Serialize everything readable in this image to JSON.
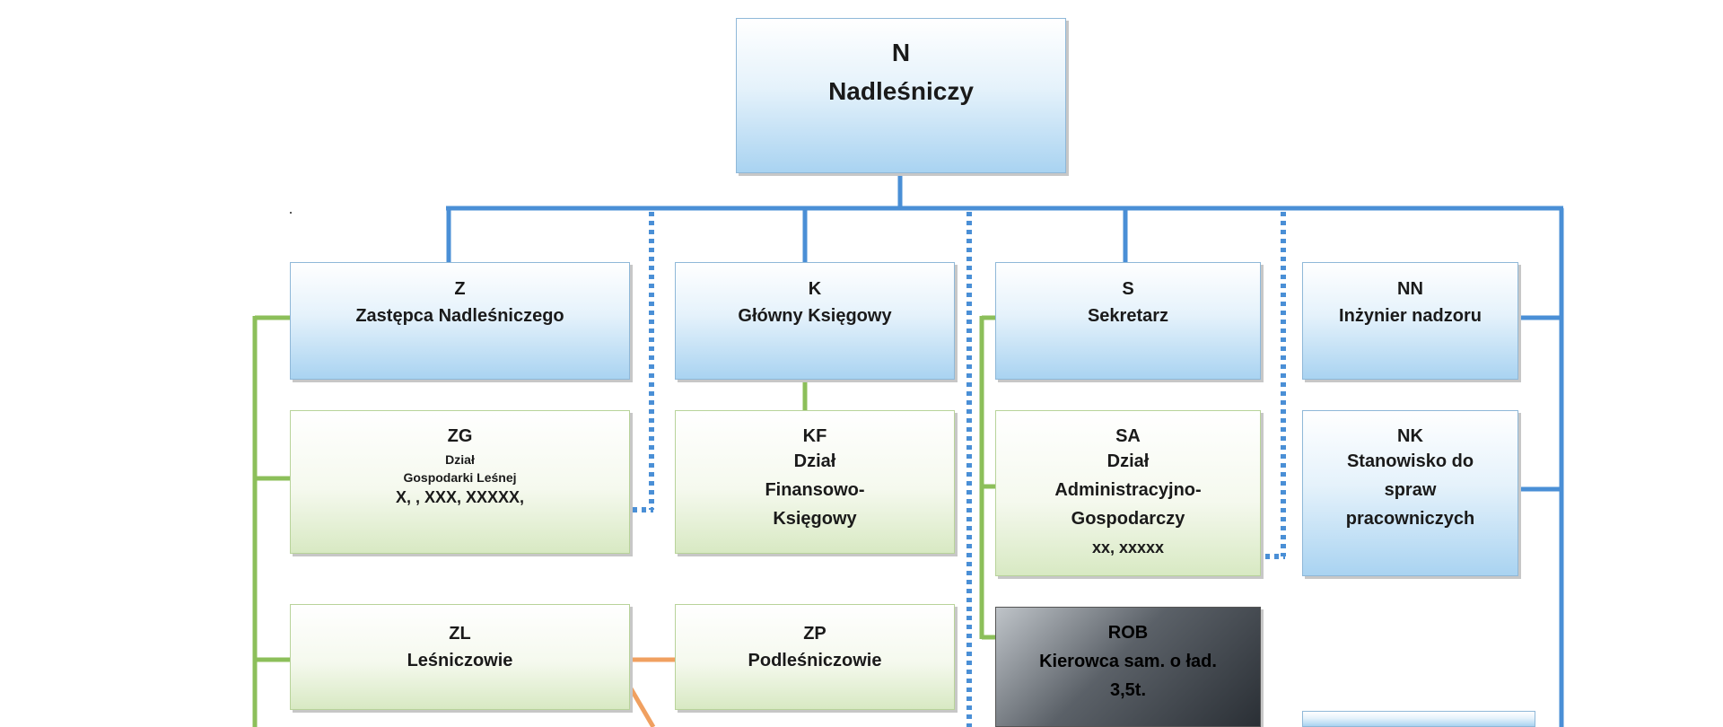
{
  "boxes": {
    "n": {
      "code": "N",
      "title": "Nadleśniczy"
    },
    "z": {
      "code": "Z",
      "title": "Zastępca Nadleśniczego"
    },
    "k": {
      "code": "K",
      "title": "Główny Księgowy"
    },
    "s": {
      "code": "S",
      "title": "Sekretarz"
    },
    "nn": {
      "code": "NN",
      "title": "Inżynier nadzoru"
    },
    "zg": {
      "code": "ZG",
      "line1": "Dział",
      "line2": "Gospodarki Leśnej",
      "line3": "X, , XXX, XXXXX,"
    },
    "kf": {
      "code": "KF",
      "line1": "Dział",
      "line2": "Finansowo-",
      "line3": "Księgowy"
    },
    "sa": {
      "code": "SA",
      "line1": "Dział",
      "line2": "Administracyjno-",
      "line3": "Gospodarczy",
      "line4": "xx, xxxxx"
    },
    "nk": {
      "code": "NK",
      "line1": "Stanowisko do",
      "line2": "spraw",
      "line3": "pracowniczych"
    },
    "zl": {
      "code": "ZL",
      "title": "Leśniczowie"
    },
    "zp": {
      "code": "ZP",
      "title": "Podleśniczowie"
    },
    "rob": {
      "code": "ROB",
      "line1": "Kierowca sam. o ład.",
      "line2": "3,5t."
    }
  },
  "colors": {
    "blue_line": "#4a8fd6",
    "green_line": "#8cbf5a",
    "orange_line": "#f0a060"
  }
}
